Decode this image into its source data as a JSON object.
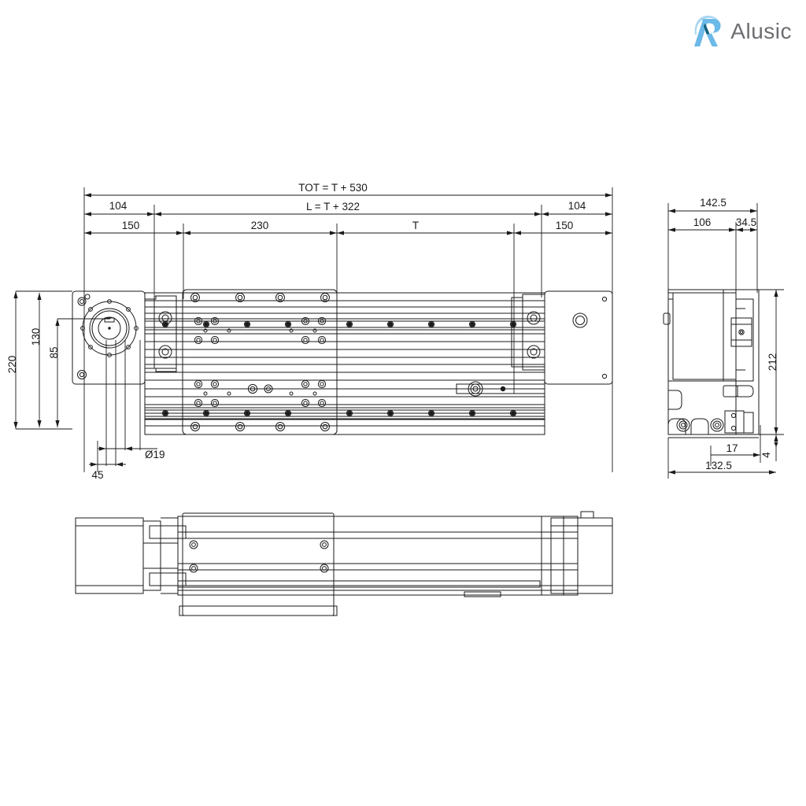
{
  "brand": {
    "name": "Alusic",
    "mark_icon": "alusic-a-logo-icon",
    "colors": {
      "light_blue": "#6cb9e8",
      "mid_blue": "#3a9bd9",
      "dark_blue": "#1b5f80",
      "word_gray": "#6d6e71"
    }
  },
  "drawing": {
    "title": "linear actuator technical drawing",
    "line_color": "#1a1a1a",
    "views": [
      {
        "id": "top-view",
        "label": "top view"
      },
      {
        "id": "side-view",
        "label": "side view"
      },
      {
        "id": "front-view",
        "label": "front view"
      }
    ]
  },
  "dimensions": {
    "top_view_horizontal": [
      {
        "id": "tot",
        "text": "TOT = T + 530"
      },
      {
        "id": "left-104",
        "text": "104"
      },
      {
        "id": "l",
        "text": "L = T + 322"
      },
      {
        "id": "right-104",
        "text": "104"
      },
      {
        "id": "left-150",
        "text": "150"
      },
      {
        "id": "230",
        "text": "230"
      },
      {
        "id": "t",
        "text": "T"
      },
      {
        "id": "right-150",
        "text": "150"
      }
    ],
    "top_view_vertical": [
      {
        "id": "220",
        "text": "220"
      },
      {
        "id": "130",
        "text": "130"
      },
      {
        "id": "85",
        "text": "85"
      }
    ],
    "top_view_bottom": [
      {
        "id": "dia19",
        "text": "Ø19"
      },
      {
        "id": "45",
        "text": "45"
      }
    ],
    "side_view_horizontal": [
      {
        "id": "142-5",
        "text": "142.5"
      },
      {
        "id": "106",
        "text": "106"
      },
      {
        "id": "34-5",
        "text": "34.5"
      },
      {
        "id": "17",
        "text": "17"
      },
      {
        "id": "132-5",
        "text": "132.5"
      }
    ],
    "side_view_vertical": [
      {
        "id": "212",
        "text": "212"
      },
      {
        "id": "4",
        "text": "4"
      }
    ]
  }
}
